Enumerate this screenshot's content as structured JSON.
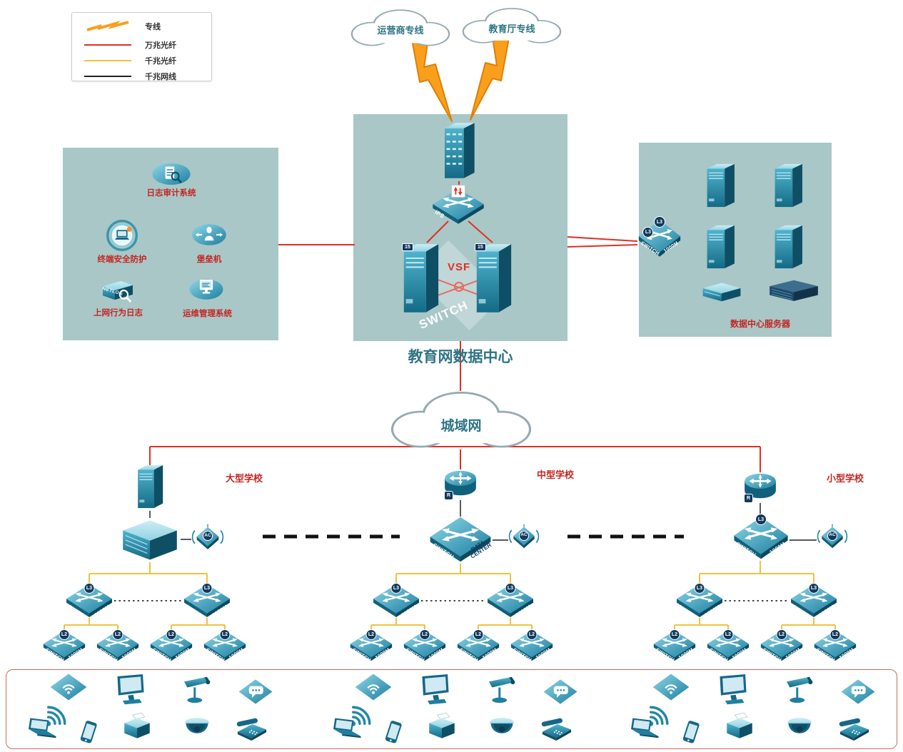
{
  "legend": {
    "items": [
      {
        "id": "dedicated-line",
        "label": "专线"
      },
      {
        "id": "fiber-10g",
        "label": "万兆光纤"
      },
      {
        "id": "fiber-1g",
        "label": "千兆光纤"
      },
      {
        "id": "cable-1g",
        "label": "千兆网线"
      }
    ]
  },
  "clouds": {
    "operator": "运营商专线",
    "education": "教育厅专线",
    "man": "城域网"
  },
  "datacenter": {
    "title": "教育网数据中心",
    "ips": "IPS",
    "vsf": "VSF",
    "switch": "SWITCH",
    "server_tag": "15"
  },
  "security_zone": {
    "systems": [
      "日志审计系统",
      "终端安全防护",
      "堡垒机",
      "上网行为日志",
      "运维管理系统"
    ],
    "netlog": "NETLOG"
  },
  "server_zone": {
    "label": "数据中心服务器",
    "switch_badge": "L3",
    "switch_line1": "SWITCH",
    "switch_line2": "1000M"
  },
  "schools": {
    "large": "大型学校",
    "medium": "中型学校",
    "small": "小型学校"
  },
  "devices": {
    "l3": "L3",
    "l2": "L2",
    "switch": "SWITCH",
    "speed": "1000M",
    "ac": "AC",
    "router": "R",
    "dc_line1": "DATA",
    "dc_line2": "CENTER"
  },
  "terminals": {
    "group_count": 3,
    "device_types": [
      "wlan-ap",
      "monitor",
      "cctv-camera",
      "chat-device",
      "wifi-signal",
      "laptop",
      "smartphone",
      "printer",
      "dome-camera",
      "desk-phone"
    ]
  },
  "colors": {
    "red_line": "#e03024",
    "yellow_line": "#f0c23c",
    "black_line": "#222222",
    "zone_bg": "#a9c7c7",
    "device_teal": "#2187a8",
    "accent_red_text": "#c42621",
    "label_teal": "#2f7586",
    "lightning_orange": "#f8a01c"
  }
}
